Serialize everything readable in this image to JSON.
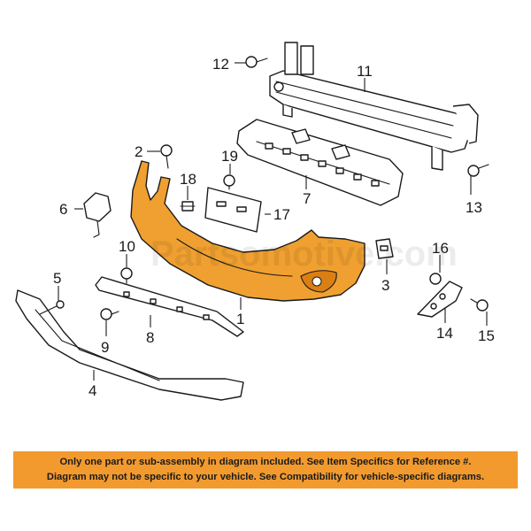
{
  "diagram": {
    "callouts": {
      "c1": "1",
      "c2": "2",
      "c3": "3",
      "c4": "4",
      "c5": "5",
      "c6": "6",
      "c7": "7",
      "c8": "8",
      "c9": "9",
      "c10": "10",
      "c11": "11",
      "c12": "12",
      "c13": "13",
      "c14": "14",
      "c15": "15",
      "c16": "16",
      "c17": "17",
      "c18": "18",
      "c19": "19"
    },
    "highlight_color": "#f0a030",
    "watermark": "Partsomotive.com"
  },
  "notice": {
    "line1": "Only one part or sub-assembly in diagram included. See Item Specifics for Reference #.",
    "line2": "Diagram may not be specific to your vehicle. See Compatibility for vehicle-specific diagrams.",
    "background": "#f29a2e"
  }
}
